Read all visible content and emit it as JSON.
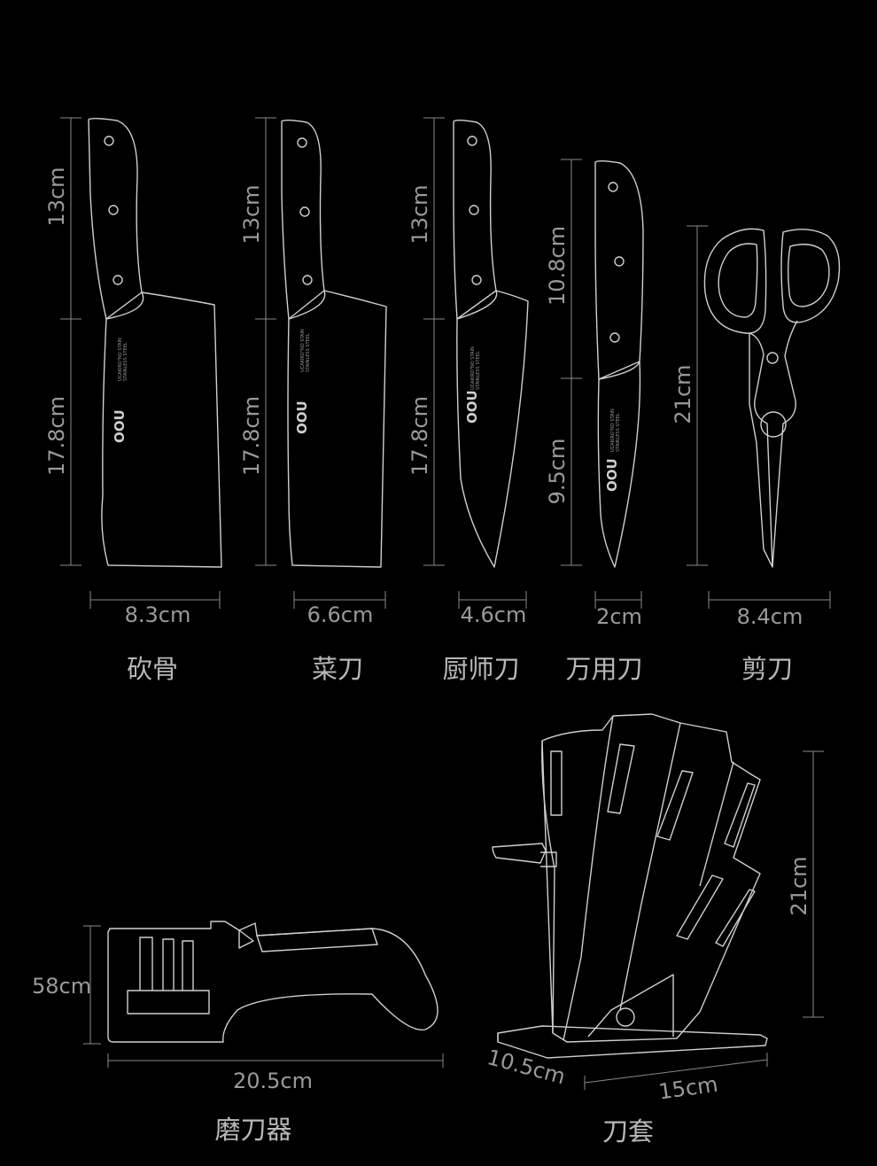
{
  "brand": "OOU",
  "blade_text": [
    "UCAKIRO\"NO STAIN",
    "STAINLESS STEEL"
  ],
  "knives": [
    {
      "name": "砍骨",
      "handle_length": "13cm",
      "blade_length": "17.8cm",
      "width": "8.3cm"
    },
    {
      "name": "菜刀",
      "handle_length": "13cm",
      "blade_length": "17.8cm",
      "width": "6.6cm"
    },
    {
      "name": "厨师刀",
      "handle_length": "13cm",
      "blade_length": "17.8cm",
      "width": "4.6cm"
    },
    {
      "name": "万用刀",
      "handle_length": "10.8cm",
      "blade_length": "9.5cm",
      "width": "2cm"
    }
  ],
  "scissors": {
    "name": "剪刀",
    "length": "21cm",
    "width": "8.4cm"
  },
  "sharpener": {
    "name": "磨刀器",
    "height": "58cm",
    "length": "20.5cm"
  },
  "holder": {
    "name": "刀套",
    "height": "21cm",
    "depth": "10.5cm",
    "width": "15cm"
  }
}
